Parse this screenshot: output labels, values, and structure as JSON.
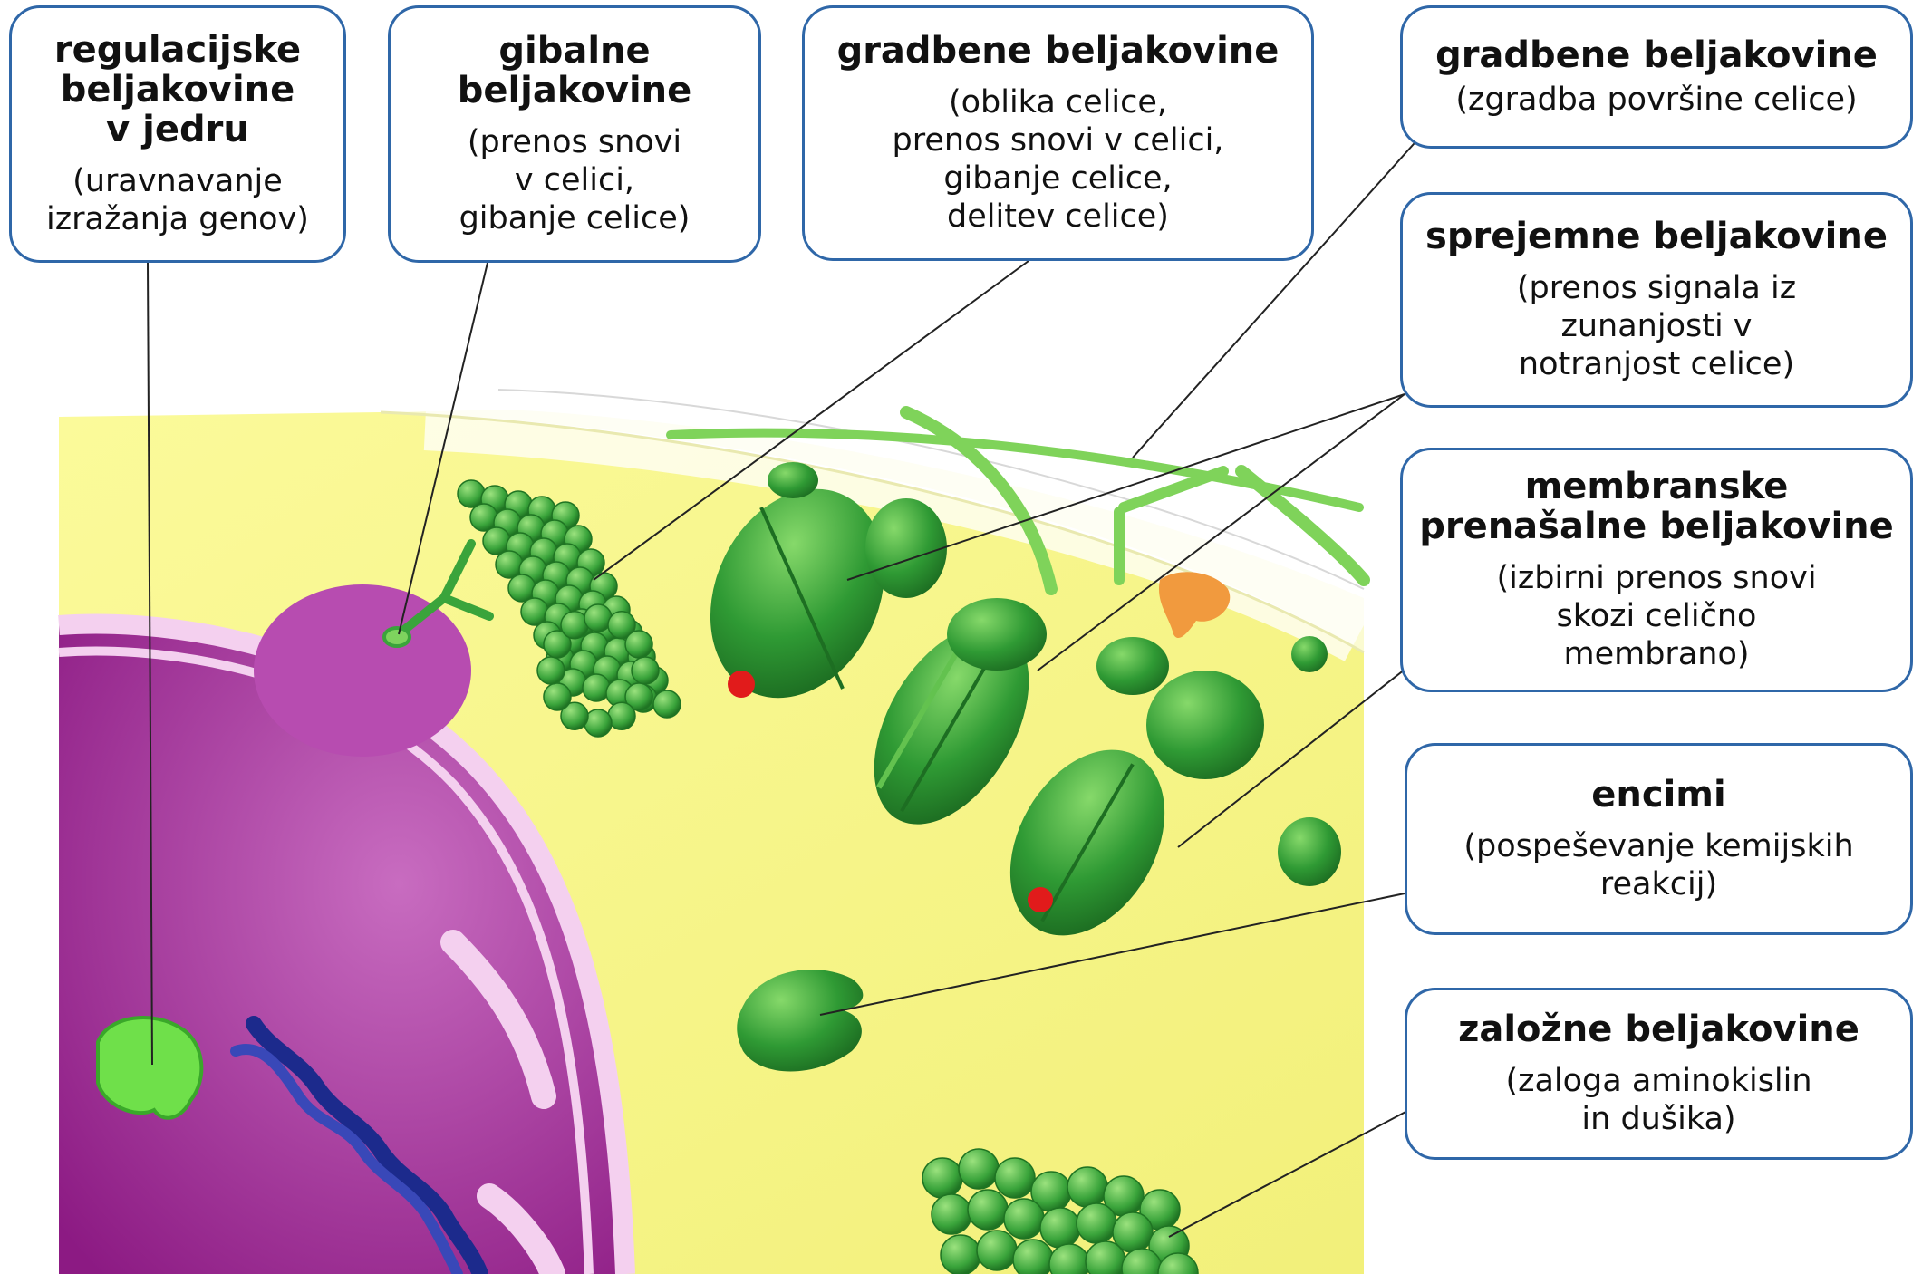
{
  "labels": [
    {
      "id": "regulatory",
      "title": "regulacijske\nbeljakovine\nv jedru",
      "desc": "(uravnavanje\nizražanja genov)"
    },
    {
      "id": "motor",
      "title": "gibalne\nbeljakovine",
      "desc": "(prenos snovi\nv celici,\ngibanje celice)"
    },
    {
      "id": "structural-internal",
      "title": "gradbene beljakovine",
      "desc": "(oblika celice,\nprenos snovi v celici,\ngibanje celice,\ndelitev celice)"
    },
    {
      "id": "structural-surface",
      "title": "gradbene beljakovine",
      "desc": "(zgradba površine celice)"
    },
    {
      "id": "receptor",
      "title": "sprejemne beljakovine",
      "desc": "(prenos signala iz\nzunanjosti v\nnotranjost celice)"
    },
    {
      "id": "membrane-transport",
      "title": "membranske\nprenašalne beljakovine",
      "desc": "(izbirni prenos snovi\nskozi celično\nmembrano)"
    },
    {
      "id": "enzymes",
      "title": "encimi",
      "desc": "(pospeševanje kemijskih\nreakcij)"
    },
    {
      "id": "storage",
      "title": "založne beljakovine",
      "desc": "(zaloga aminokislin\nin dušika)"
    }
  ],
  "colors": {
    "cytoplasm": "#f6f58a",
    "membrane_band": "#fbfbc6",
    "nucleus": "#9b1f8f",
    "nucleus_envelope": "#f4d0ef",
    "protein_green": "#2f9a34",
    "protein_light": "#63c24f",
    "box_border": "#2f67a8",
    "dna": "#1c2a8c",
    "red_marker": "#e11b1b",
    "orange_ligand": "#f19a3e"
  }
}
